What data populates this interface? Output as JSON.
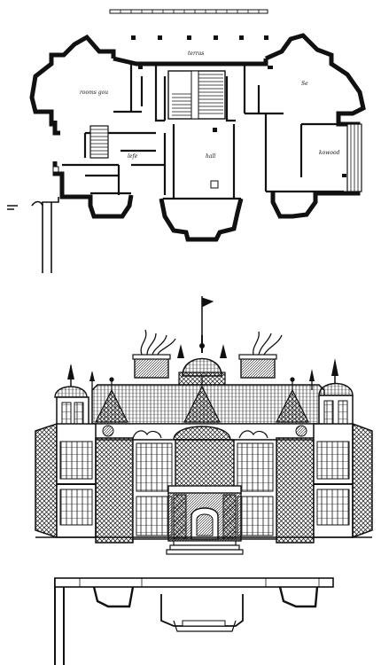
{
  "drawing": {
    "plan_labels": {
      "top_room": "terras",
      "left_room": "rooms gou",
      "right_room": "Se",
      "hall": "hall",
      "right_lower": "kowood",
      "left_lower": "lefe"
    }
  },
  "colors": {
    "ink": "#111111",
    "paper": "#ffffff"
  }
}
